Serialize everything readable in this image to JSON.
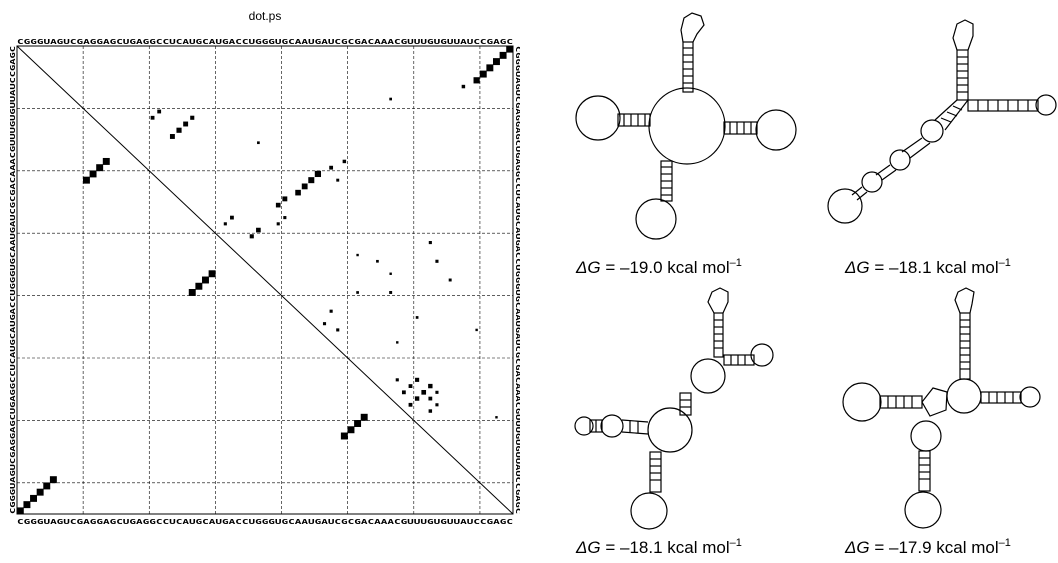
{
  "dot_plot": {
    "title": "dot.ps",
    "sequence": "CGGGUAGUCGAGGAGCUGAGGCCUCAUGCAUGACCUGGGUGCAAUGAUCGCGACAAACGUUUGUGUUAUCCGAGC",
    "upper_pairs": [
      [
        1,
        75,
        1.0
      ],
      [
        2,
        74,
        1.0
      ],
      [
        3,
        73,
        1.0
      ],
      [
        4,
        72,
        1.0
      ],
      [
        5,
        71,
        1.0
      ],
      [
        6,
        70,
        0.8
      ],
      [
        7,
        68,
        0.25
      ],
      [
        21,
        46,
        0.8
      ],
      [
        22,
        45,
        0.75
      ],
      [
        23,
        44,
        0.7
      ],
      [
        24,
        43,
        0.65
      ],
      [
        20,
        48,
        0.3
      ],
      [
        19,
        50,
        0.25
      ],
      [
        25,
        41,
        0.5
      ],
      [
        26,
        40,
        0.45
      ],
      [
        13,
        26,
        0.5
      ],
      [
        14,
        25,
        0.55
      ],
      [
        15,
        24,
        0.5
      ],
      [
        12,
        27,
        0.35
      ],
      [
        11,
        22,
        0.3
      ],
      [
        12,
        21,
        0.3
      ],
      [
        30,
        37,
        0.45
      ],
      [
        31,
        36,
        0.35
      ],
      [
        28,
        33,
        0.3
      ],
      [
        29,
        32,
        0.2
      ],
      [
        28,
        41,
        0.2
      ],
      [
        29,
        40,
        0.2
      ],
      [
        43,
        48,
        0.2
      ],
      [
        45,
        47,
        0.2
      ],
      [
        46,
        49,
        0.2
      ],
      [
        32,
        63,
        0.2
      ],
      [
        35,
        64,
        0.2
      ],
      [
        38,
        66,
        0.18
      ],
      [
        16,
        37,
        0.15
      ],
      [
        22,
        49,
        0.18
      ],
      [
        9,
        57,
        0.15
      ],
      [
        40,
        57,
        0.18
      ],
      [
        44,
        61,
        0.15
      ],
      [
        56,
        62,
        0.45
      ],
      [
        57,
        61,
        0.4
      ],
      [
        55,
        63,
        0.4
      ],
      [
        58,
        60,
        0.3
      ],
      [
        54,
        61,
        0.35
      ],
      [
        56,
        59,
        0.3
      ],
      [
        55,
        60,
        0.3
      ],
      [
        57,
        63,
        0.3
      ],
      [
        59,
        63,
        0.25
      ],
      [
        56,
        64,
        0.2
      ],
      [
        54,
        58,
        0.2
      ],
      [
        58,
        64,
        0.2
      ],
      [
        35,
        55,
        0.15
      ],
      [
        40,
        52,
        0.15
      ],
      [
        48,
        58,
        0.12
      ],
      [
        46,
        70,
        0.12
      ],
      [
        60,
        73,
        0.12
      ],
      [
        34,
        52,
        0.12
      ],
      [
        37,
        57,
        0.12
      ]
    ],
    "lower_pairs": [
      [
        1,
        75
      ],
      [
        2,
        74
      ],
      [
        3,
        73
      ],
      [
        4,
        72
      ],
      [
        5,
        71
      ],
      [
        6,
        70
      ],
      [
        11,
        22
      ],
      [
        12,
        21
      ],
      [
        13,
        20
      ],
      [
        14,
        19
      ],
      [
        27,
        40
      ],
      [
        28,
        39
      ],
      [
        29,
        38
      ],
      [
        30,
        37
      ],
      [
        50,
        63
      ],
      [
        51,
        62
      ],
      [
        52,
        61
      ],
      [
        53,
        60
      ]
    ]
  },
  "structures": [
    {
      "label_prefix": "ΔG",
      "label_value": " = –19.0 kcal mol",
      "label_exp": "–1"
    },
    {
      "label_prefix": "ΔG",
      "label_value": " = –18.1 kcal mol",
      "label_exp": "–1"
    },
    {
      "label_prefix": "ΔG",
      "label_value": " = –18.1 kcal mol",
      "label_exp": "–1"
    },
    {
      "label_prefix": "ΔG",
      "label_value": " = –17.9 kcal mol",
      "label_exp": "–1"
    }
  ]
}
